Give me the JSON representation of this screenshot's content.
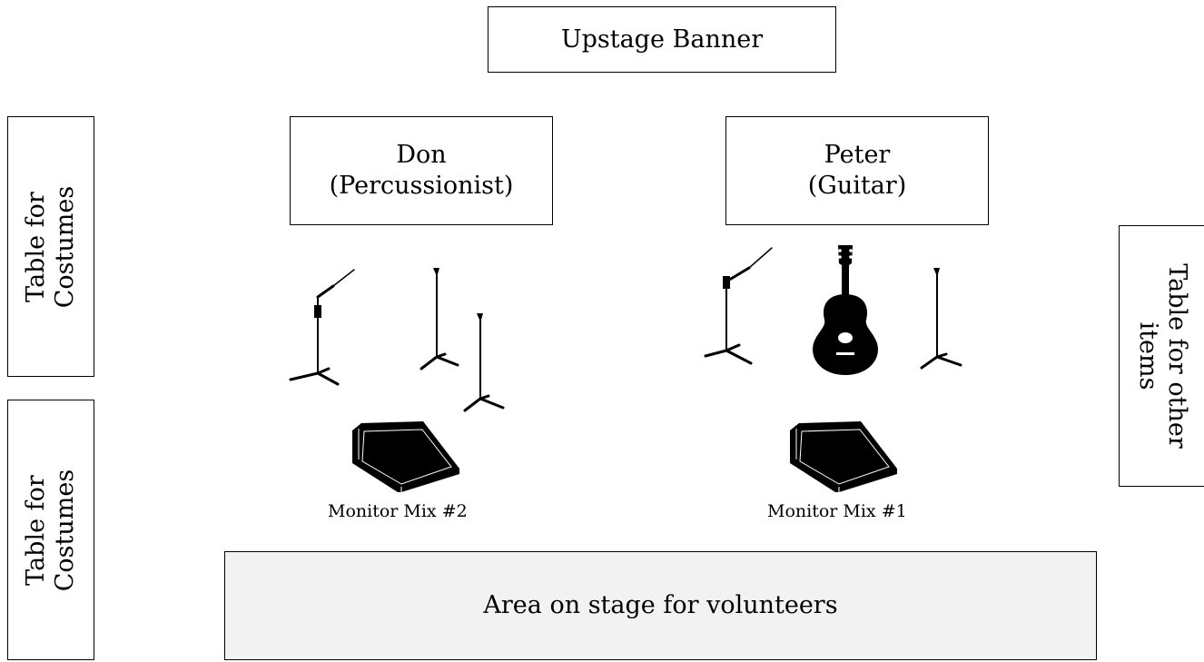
{
  "banner": {
    "label": "Upstage Banner"
  },
  "tables": {
    "left_top": {
      "line1": "Table for",
      "line2": "Costumes"
    },
    "left_bottom": {
      "line1": "Table for",
      "line2": "Costumes"
    },
    "right": {
      "line1": "Table for other",
      "line2": "items"
    }
  },
  "performers": [
    {
      "name": "Don",
      "role": "(Percussionist)"
    },
    {
      "name": "Peter",
      "role": "(Guitar)"
    }
  ],
  "monitors": [
    {
      "label": "Monitor Mix #2"
    },
    {
      "label": "Monitor Mix #1"
    }
  ],
  "volunteer_area": {
    "label": "Area on stage for volunteers",
    "fill": "#f2f2f2"
  }
}
